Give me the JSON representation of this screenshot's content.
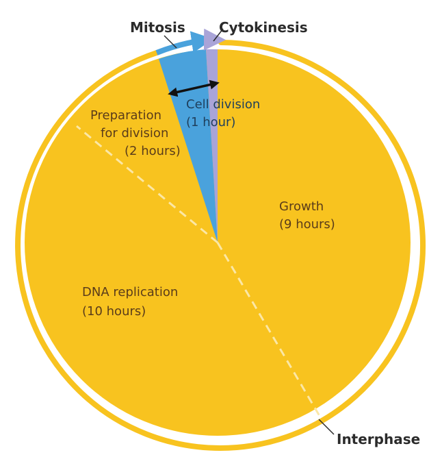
{
  "labels": {
    "mitosis": "Mitosis",
    "cytokinesis": "Cytokinesis",
    "cell_division": "Cell division",
    "cell_division_time": "(1 hour)",
    "preparation_1": "Preparation",
    "preparation_2": "for division",
    "preparation_time": "(2 hours)",
    "growth": "Growth",
    "growth_time": "(9 hours)",
    "dna": "DNA replication",
    "dna_time": "(10 hours)",
    "interphase": "Interphase"
  },
  "colors": {
    "interphase_yellow": "#f8c31f",
    "mitosis_blue": "#4aa2dc",
    "cytokinesis_lavender": "#a9a4d8",
    "divider": "#fbe7a6",
    "arrow_dark": "#111111"
  }
}
